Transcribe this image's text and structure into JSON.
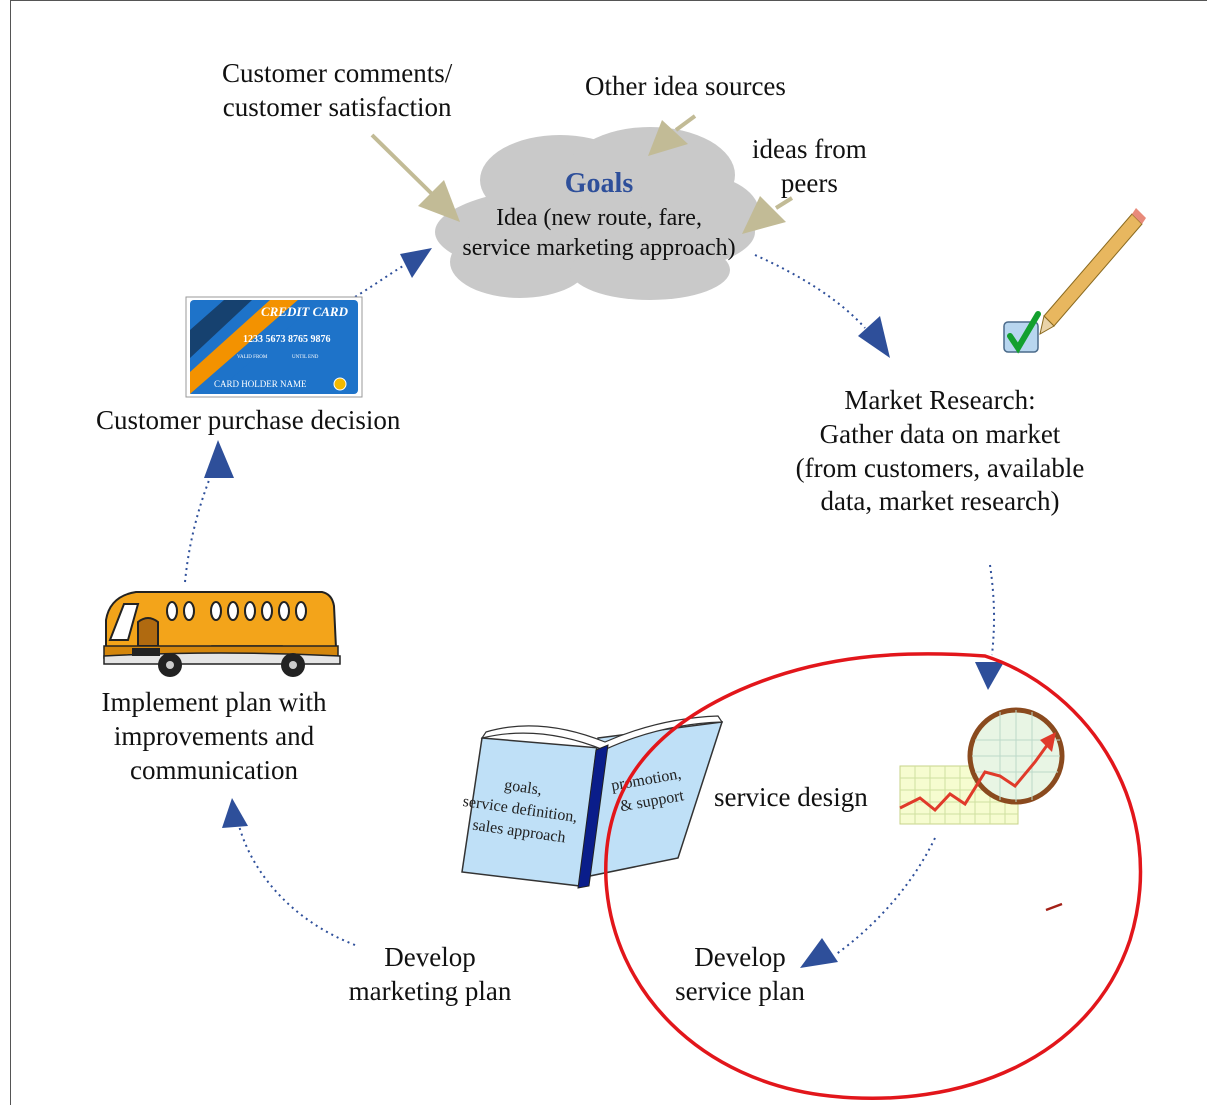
{
  "goals": {
    "title": "Goals",
    "line1": "Idea (new route, fare,",
    "line2": "service marketing approach)"
  },
  "inputs": {
    "customer_comments_l1": "Customer comments/",
    "customer_comments_l2": "customer satisfaction",
    "other_sources": "Other idea sources",
    "peers_l1": "ideas from",
    "peers_l2": "peers"
  },
  "market_research": {
    "l1": "Market Research:",
    "l2": "Gather data on market",
    "l3": "(from customers, available",
    "l4": "data, market research)"
  },
  "service_design": "service design",
  "service_plan": {
    "l1": "Develop",
    "l2": "service plan"
  },
  "marketing_plan": {
    "l1": "Develop",
    "l2": "marketing plan"
  },
  "implement": {
    "l1": "Implement plan with",
    "l2": "improvements and",
    "l3": "communication"
  },
  "purchase": "Customer purchase decision",
  "credit_card": {
    "title": "CREDIT CARD",
    "number": "1233  5673  8765  9876",
    "holder": "CARD HOLDER NAME",
    "valid_from": "VALID FROM",
    "until_end": "UNTIL END"
  },
  "book": {
    "left_l1": "goals,",
    "left_l2": "service definition,",
    "left_l3": "sales approach",
    "right_l1": "promotion,",
    "right_l2": "& support"
  },
  "colors": {
    "arrow_blue": "#2e4f9a",
    "input_arrow": "#c2bb96",
    "cloud": "#c9c9c9",
    "goals_title": "#2e4f9a",
    "highlight_ring": "#e2161b"
  }
}
